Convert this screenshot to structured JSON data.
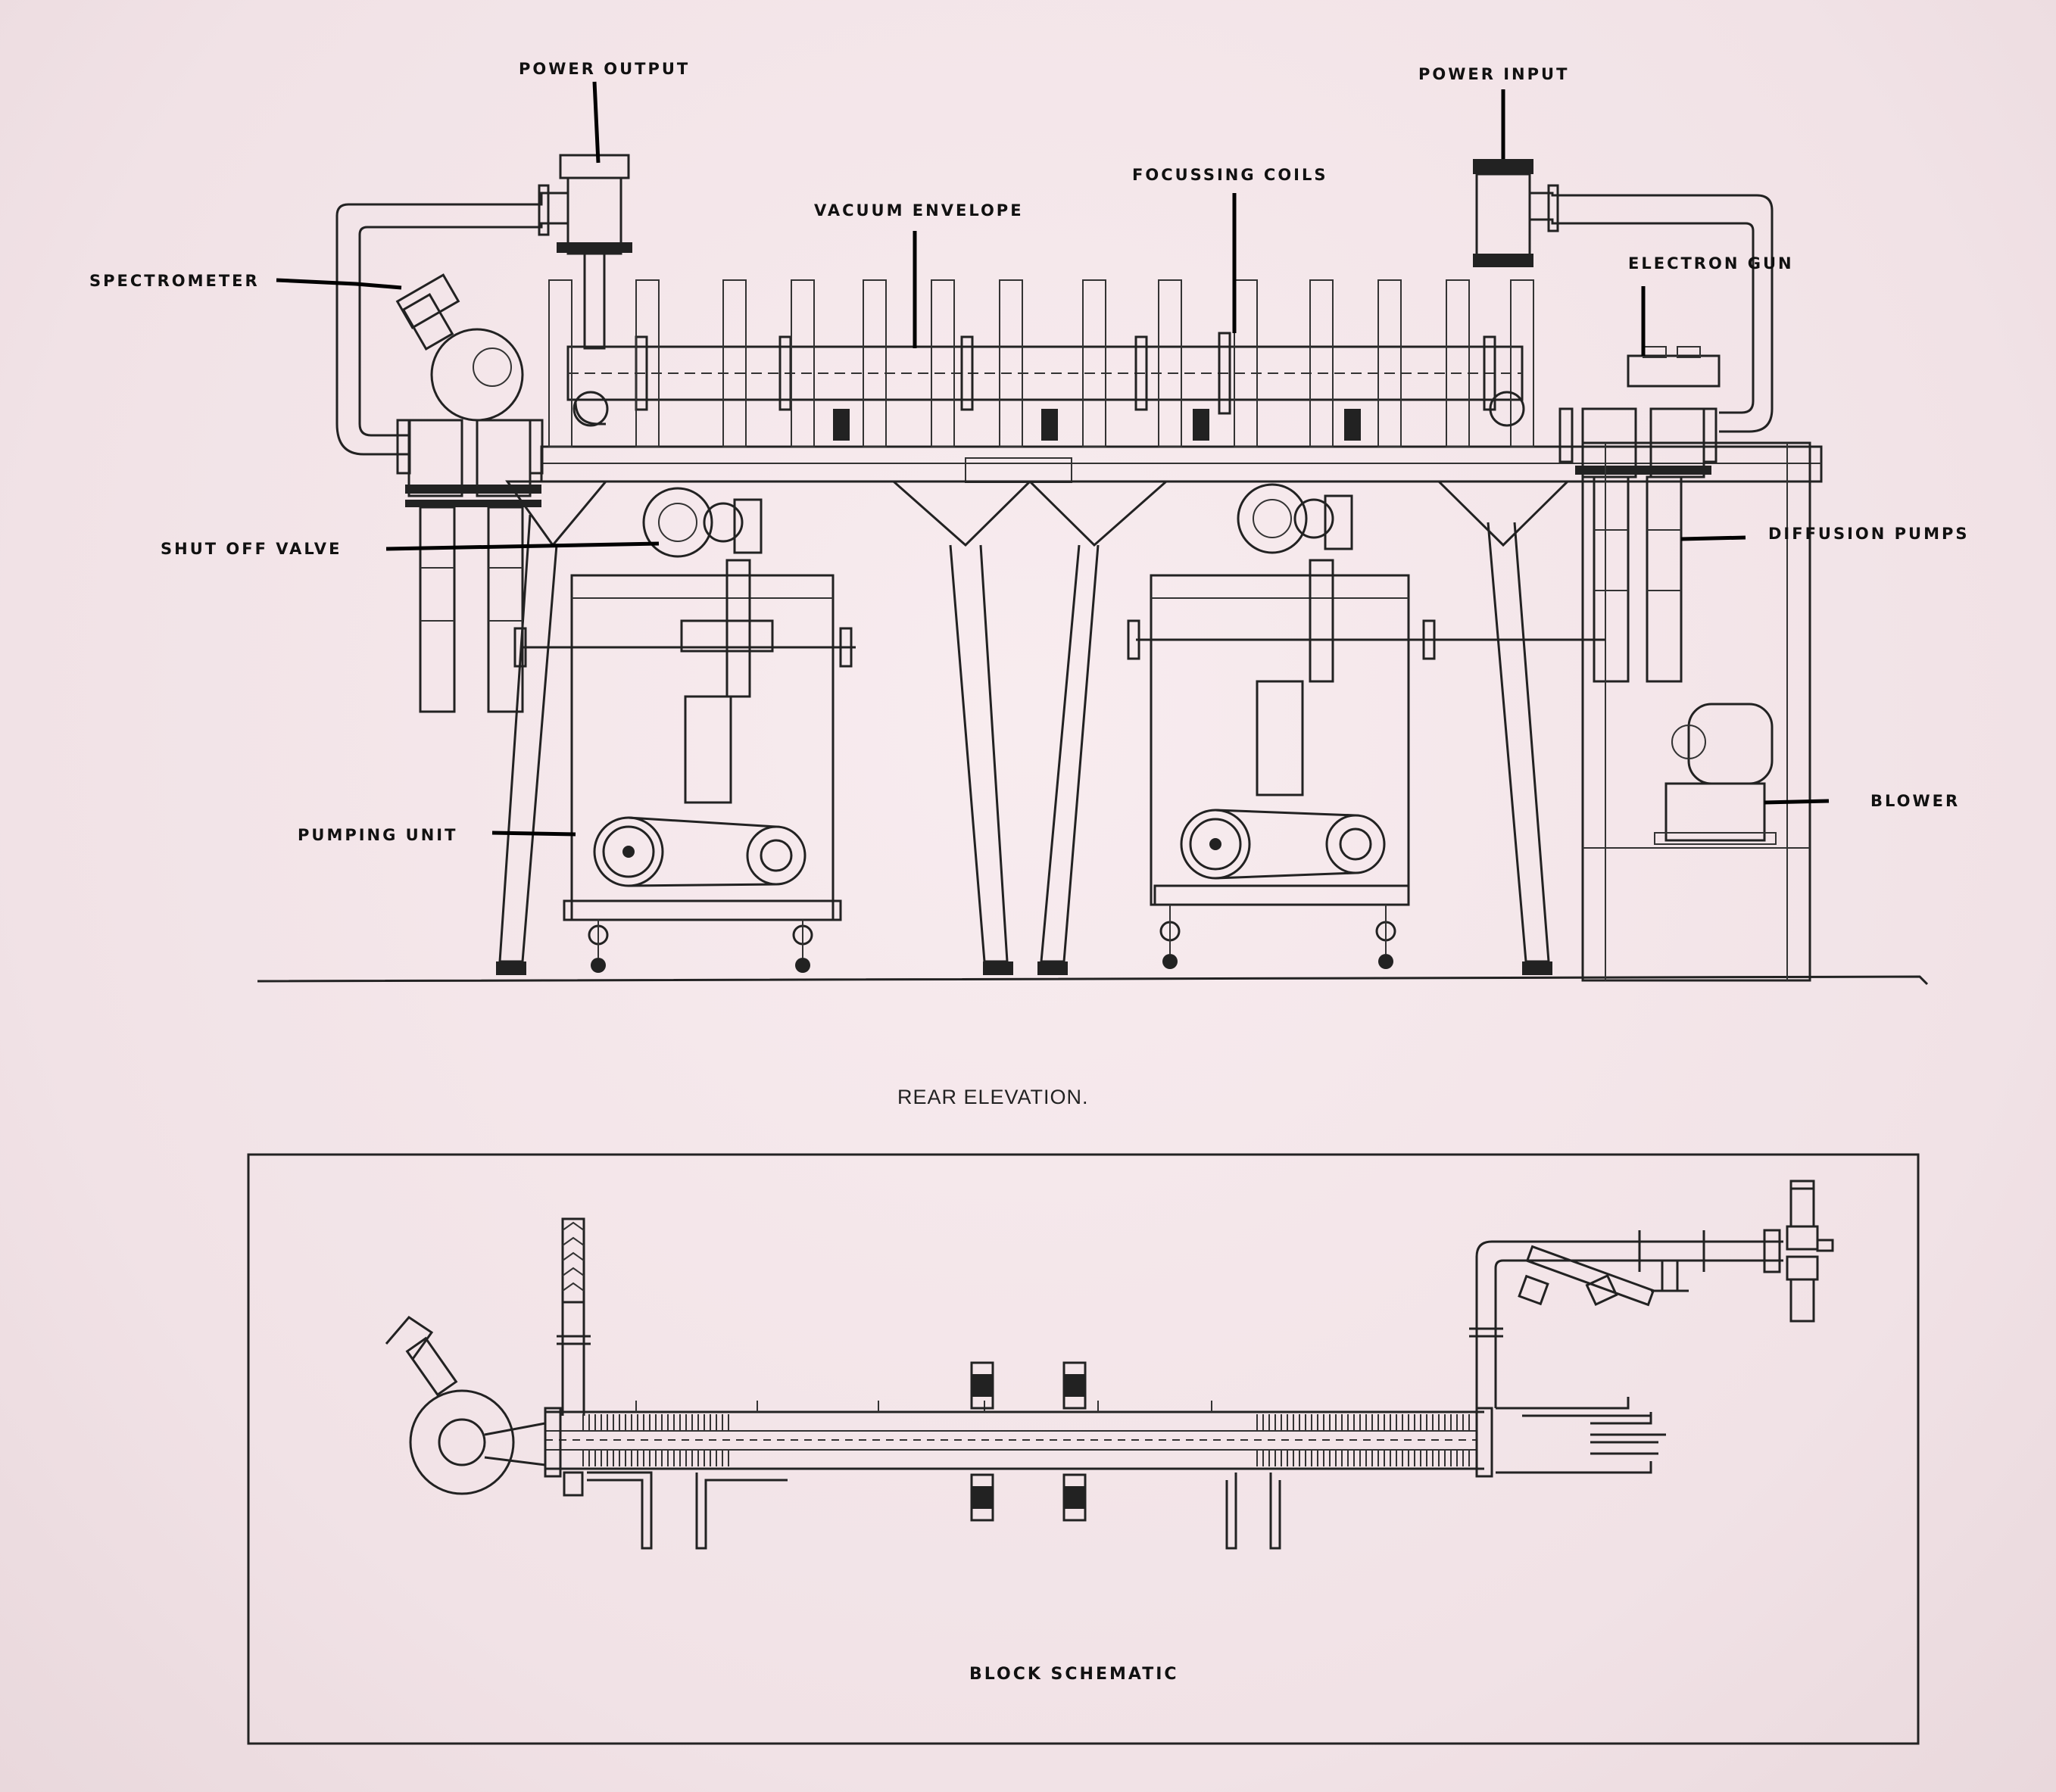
{
  "labels": {
    "power_output": "POWER OUTPUT",
    "power_input": "POWER INPUT",
    "vacuum_envelope": "VACUUM ENVELOPE",
    "focussing_coils": "FOCUSSING COILS",
    "electron_gun": "ELECTRON GUN",
    "spectrometer": "SPECTROMETER",
    "shut_off_valve": "SHUT OFF VALVE",
    "diffusion_pumps": "DIFFUSION PUMPS",
    "pumping_unit": "PUMPING UNIT",
    "blower": "BLOWER"
  },
  "captions": {
    "rear_elevation": "REAR ELEVATION.",
    "block_schematic": "BLOCK SCHEMATIC"
  }
}
